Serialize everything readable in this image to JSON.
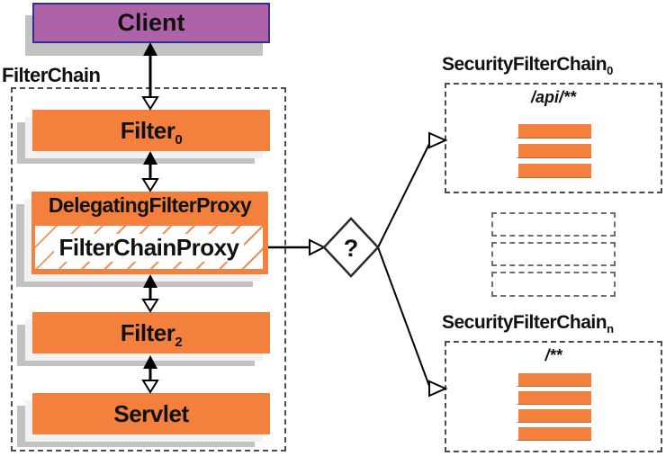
{
  "client": {
    "label": "Client"
  },
  "filter_chain": {
    "title": "FilterChain",
    "filter0": {
      "label": "Filter",
      "sub": "0"
    },
    "delegating_filter_proxy": {
      "label": "DelegatingFilterProxy"
    },
    "filter_chain_proxy": {
      "label": "FilterChainProxy"
    },
    "filter2": {
      "label": "Filter",
      "sub": "2"
    },
    "servlet": {
      "label": "Servlet"
    }
  },
  "decision": {
    "label": "?"
  },
  "security_filter_chain_0": {
    "title": "SecurityFilterChain",
    "sub": "0",
    "pattern": "/api/**",
    "filter_count": 3
  },
  "security_filter_chain_n": {
    "title": "SecurityFilterChain",
    "sub": "n",
    "pattern": "/**",
    "filter_count": 4
  },
  "colors": {
    "orange": "#F4803D",
    "orange-border": "#C75F29",
    "hatch": "#F0905A",
    "purple": "#AE62A8",
    "purple-border": "#2D3192",
    "shadow-gray": "#C2C2C2",
    "page-white": "#F2F2F2",
    "dash": "#4D4D4D",
    "text": "#111111"
  }
}
